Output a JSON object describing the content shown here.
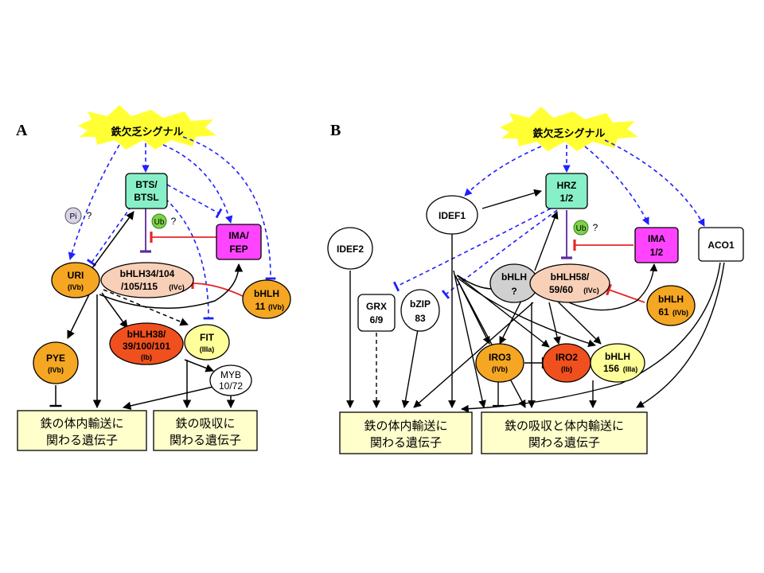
{
  "panel_a": {
    "label": "A",
    "signal": "鉄欠乏シグナル",
    "pi": "Pi",
    "pi_q": "?",
    "ub": "Ub",
    "ub_q": "?",
    "bts_line1": "BTS/",
    "bts_line2": "BTSL",
    "ima_line1": "IMA/",
    "ima_line2": "FEP",
    "uri": "URI",
    "uri_sub": "(IVb)",
    "bhlh34_line1": "bHLH34/104",
    "bhlh34_line2": "/105/115",
    "bhlh34_sub": "(IVc)",
    "bhlh11_line1": "bHLH",
    "bhlh11_line2": "11",
    "bhlh11_sub": "(IVb)",
    "bhlh38_line1": "bHLH38/",
    "bhlh38_line2": "39/100/101",
    "bhlh38_sub": "(Ib)",
    "fit": "FIT",
    "fit_sub": "(IIIa)",
    "pye": "PYE",
    "pye_sub": "(IVb)",
    "myb_line1": "MYB",
    "myb_line2": "10/72",
    "box1_line1": "鉄の体内輸送に",
    "box1_line2": "関わる遺伝子",
    "box2_line1": "鉄の吸収に",
    "box2_line2": "関わる遺伝子"
  },
  "panel_b": {
    "label": "B",
    "signal": "鉄欠乏シグナル",
    "ub": "Ub",
    "ub_q": "?",
    "hrz_line1": "HRZ",
    "hrz_line2": "1/2",
    "ima_line1": "IMA",
    "ima_line2": "1/2",
    "aco1": "ACO1",
    "idef1": "IDEF1",
    "idef2": "IDEF2",
    "bhlhq_line1": "bHLH",
    "bhlhq_line2": "?",
    "bhlh58_line1": "bHLH58/",
    "bhlh58_line2": "59/60",
    "bhlh58_sub": "(IVc)",
    "bhlh61_line1": "bHLH",
    "bhlh61_line2": "61",
    "bhlh61_sub": "(IVb)",
    "grx_line1": "GRX",
    "grx_line2": "6/9",
    "bzip_line1": "bZIP",
    "bzip_line2": "83",
    "iro3": "IRO3",
    "iro3_sub": "(IVb)",
    "iro2": "IRO2",
    "iro2_sub": "(Ib)",
    "bhlh156_line1": "bHLH",
    "bhlh156_line2": "156",
    "bhlh156_sub": "(IIIa)",
    "box1_line1": "鉄の体内輸送に",
    "box1_line2": "関わる遺伝子",
    "box2_line1": "鉄の吸収と体内輸送に",
    "box2_line2": "関わる遺伝子"
  },
  "colors": {
    "signal_yellow": "#ffff33",
    "blue_dashed": "#1f1fff",
    "red_inhibit": "#e8252b",
    "green_box": "#88f0c8",
    "magenta_box": "#ff44ff",
    "orange": "#f5a623",
    "peach": "#f8d0b8",
    "red_orange": "#f0501e",
    "light_yellow": "#ffff99",
    "gray": "#d0d0d0",
    "cream_box": "#ffffcc"
  }
}
